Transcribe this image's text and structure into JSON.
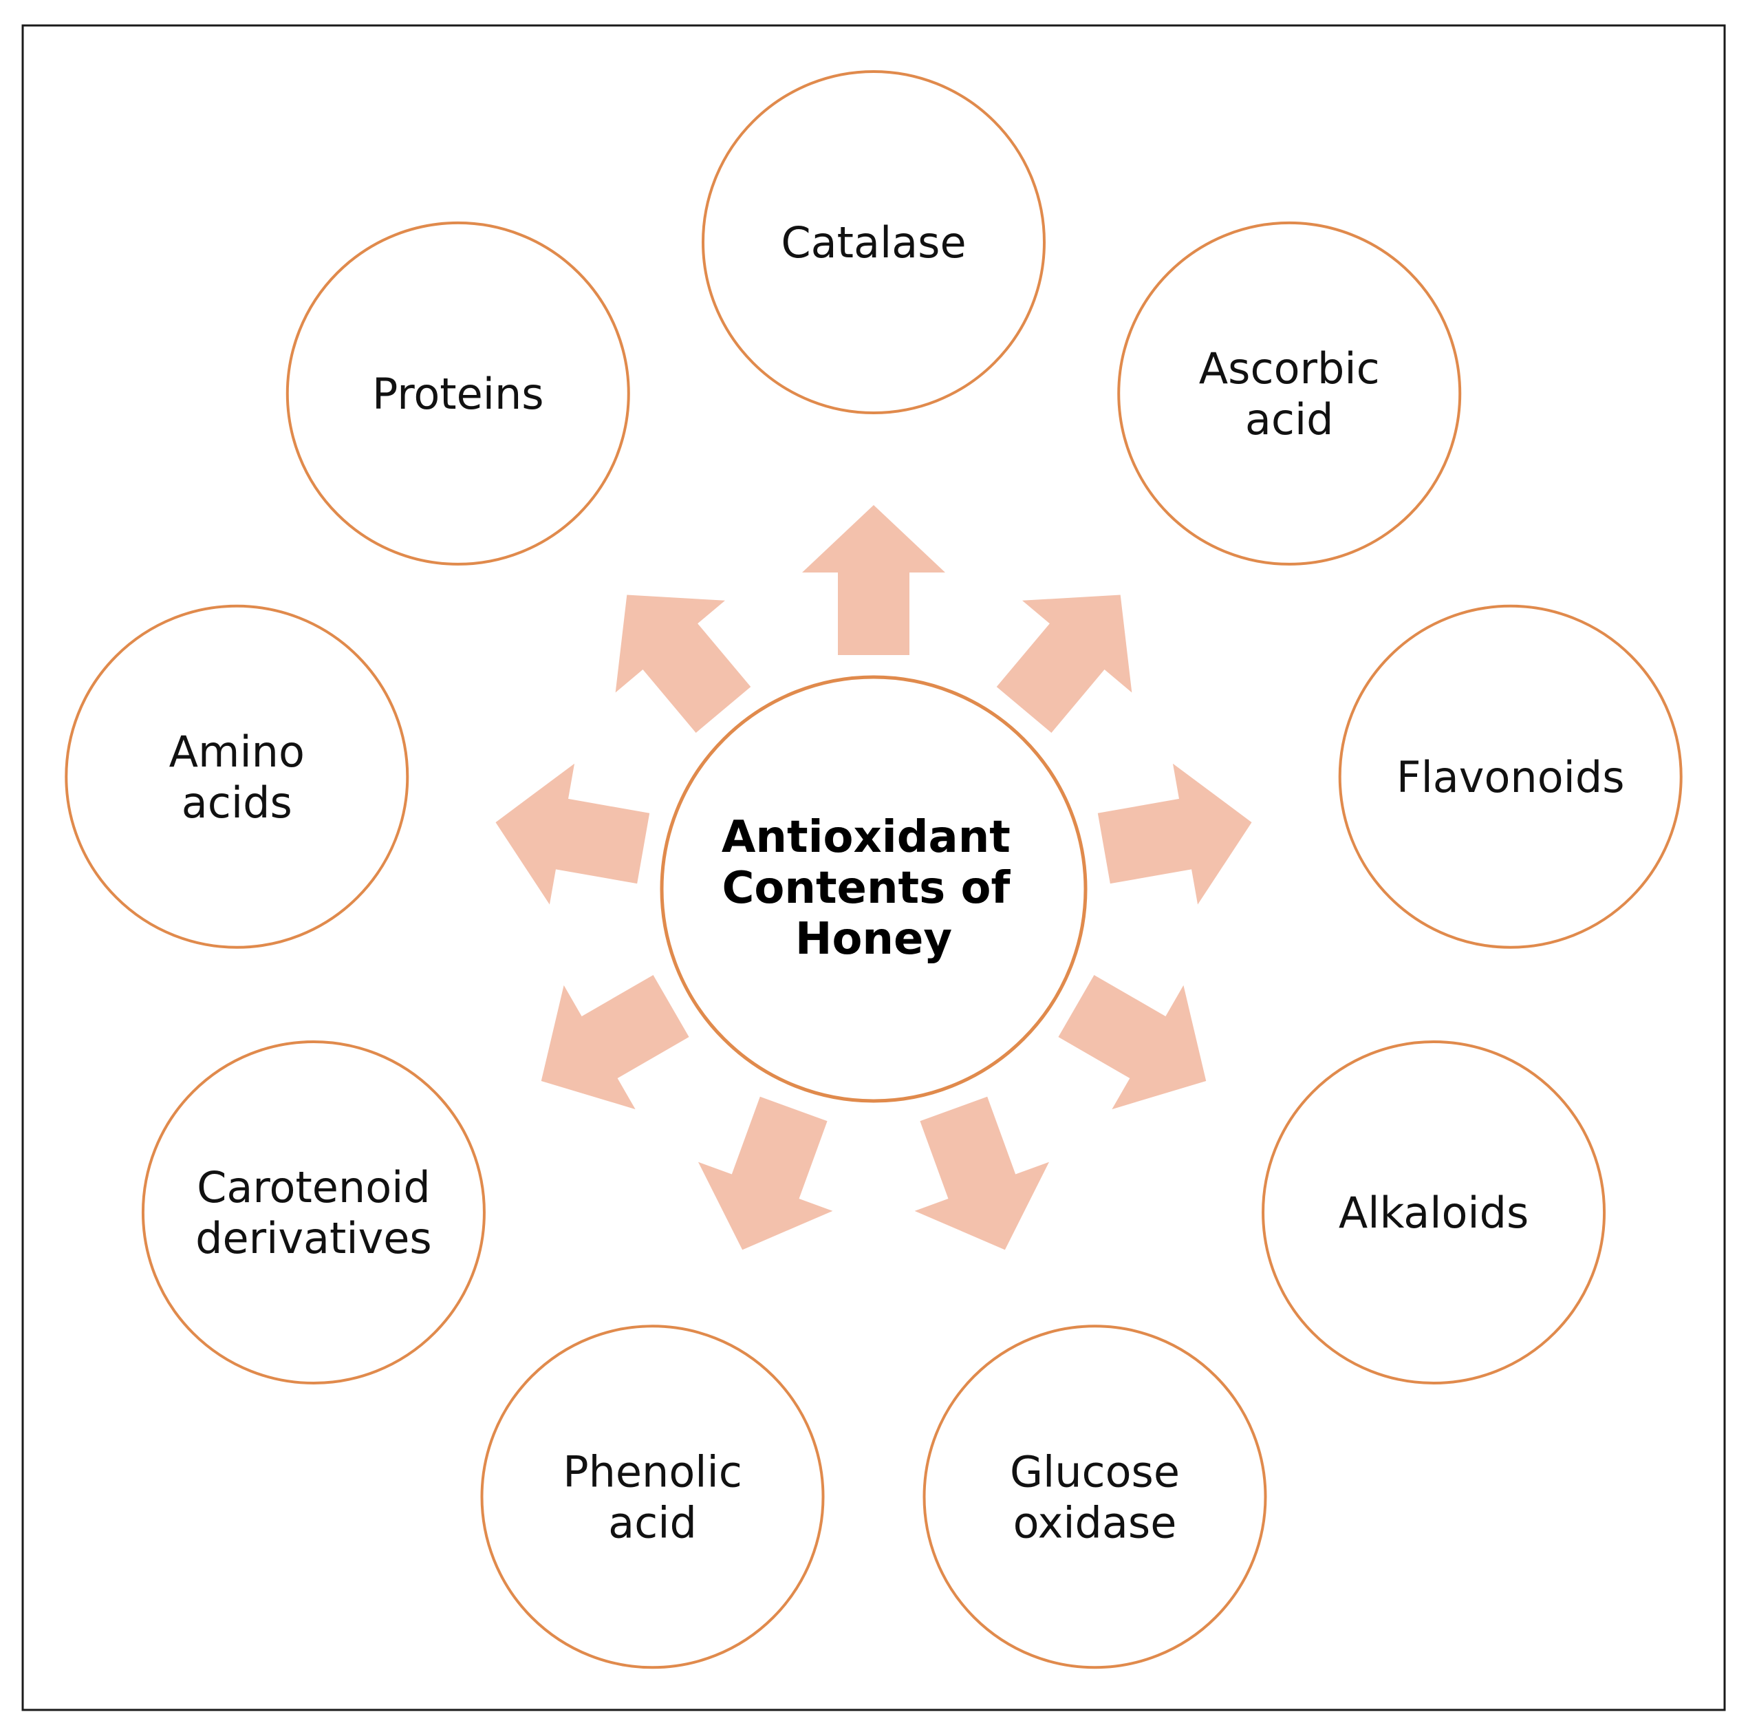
{
  "center": {
    "lines": [
      "Antioxidant",
      "Contents of",
      "Honey"
    ]
  },
  "nodes": [
    {
      "id": "catalase",
      "lines": [
        "Catalase"
      ]
    },
    {
      "id": "ascorbic-acid",
      "lines": [
        "Ascorbic",
        "acid"
      ]
    },
    {
      "id": "flavonoids",
      "lines": [
        "Flavonoids"
      ]
    },
    {
      "id": "alkaloids",
      "lines": [
        "Alkaloids"
      ]
    },
    {
      "id": "glucose-oxidase",
      "lines": [
        "Glucose",
        "oxidase"
      ]
    },
    {
      "id": "phenolic-acid",
      "lines": [
        "Phenolic",
        "acid"
      ]
    },
    {
      "id": "carotenoid-derivatives",
      "lines": [
        "Carotenoid",
        "derivatives"
      ]
    },
    {
      "id": "amino-acids",
      "lines": [
        "Amino",
        "acids"
      ]
    },
    {
      "id": "proteins",
      "lines": [
        "Proteins"
      ]
    }
  ],
  "colors": {
    "circle_stroke": "#e08a4c",
    "arrow_fill": "#f3c1ac",
    "text": "#111111",
    "frame": "#1a1a1a"
  }
}
